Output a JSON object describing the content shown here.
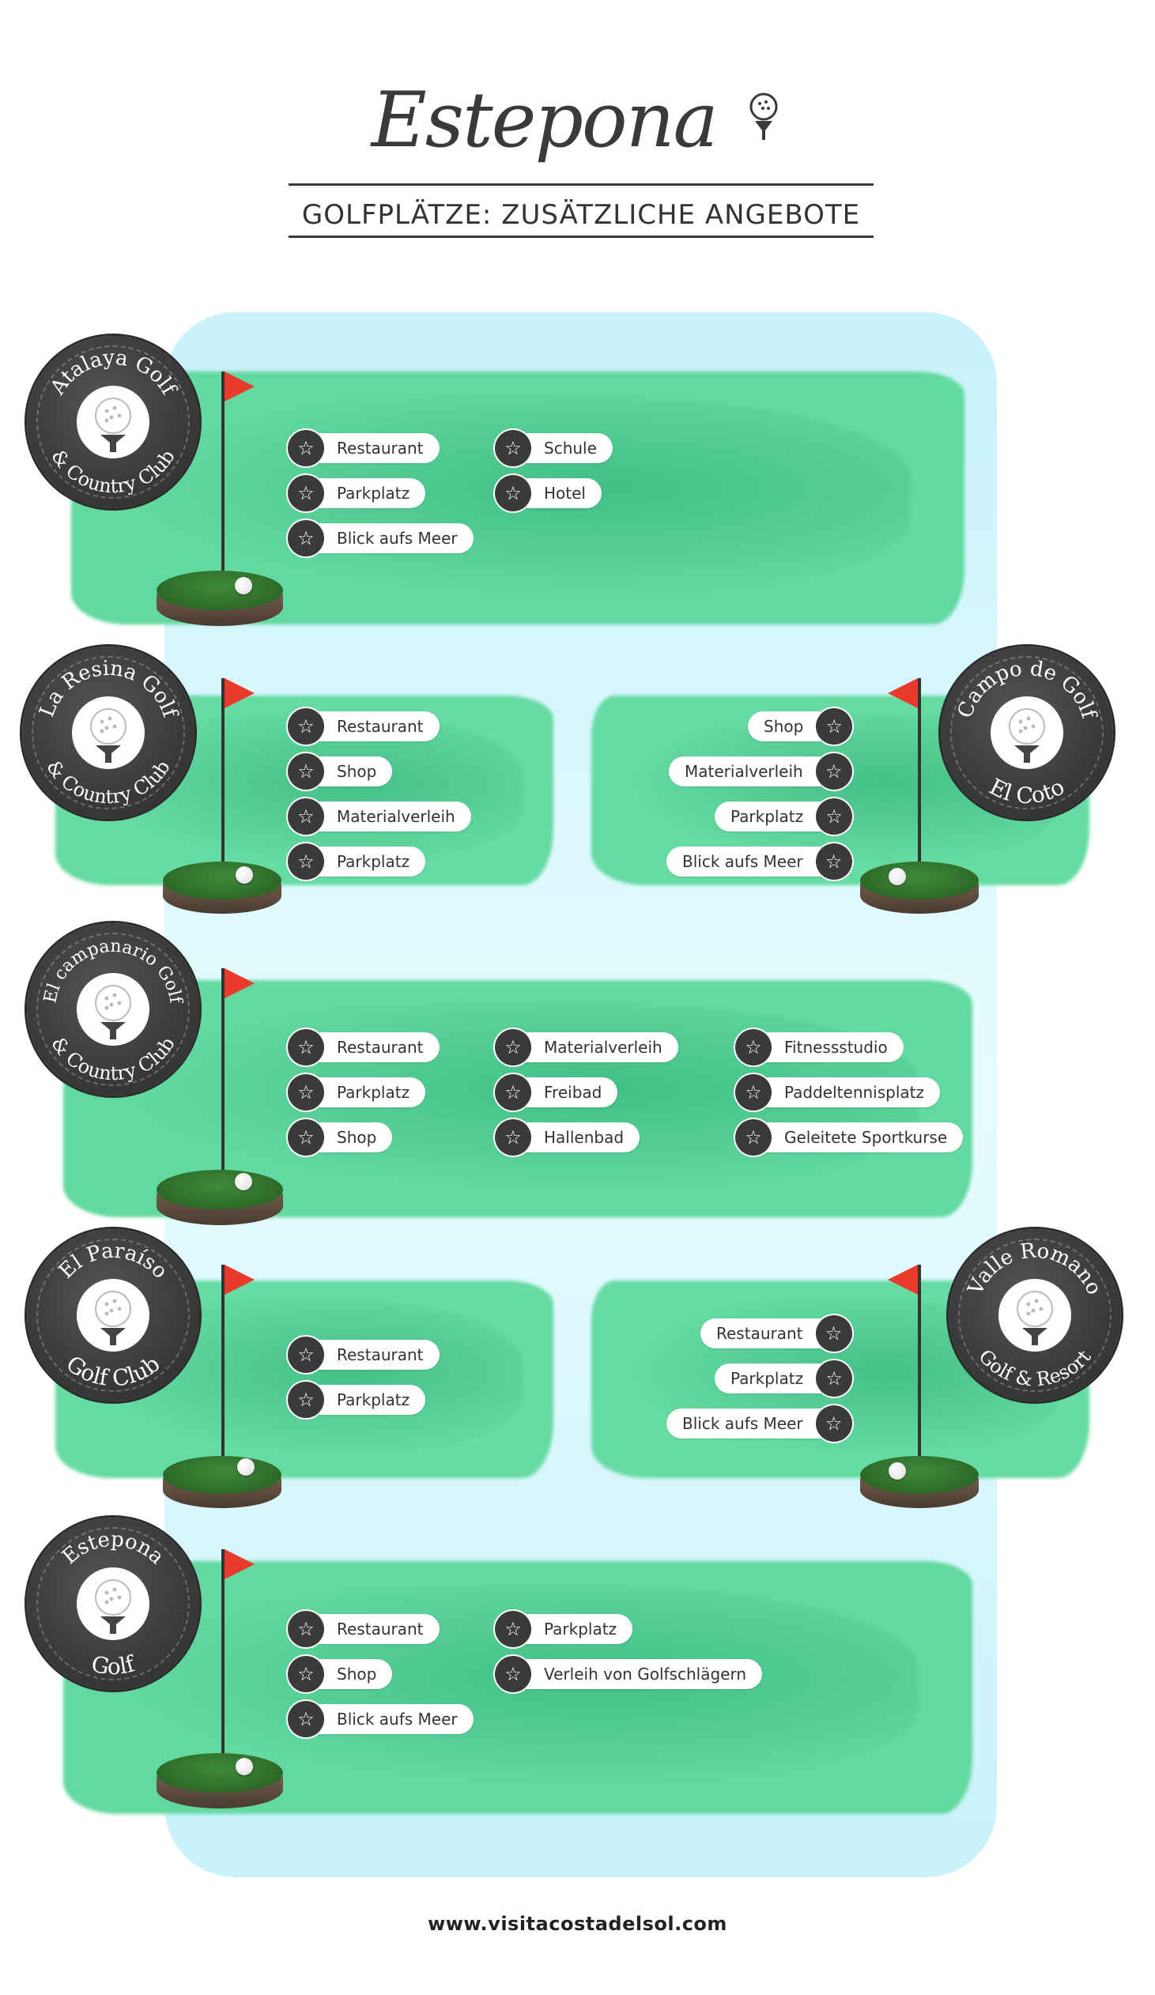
{
  "header": {
    "logo": "Estepona",
    "subtitle": "GOLFPLÄTZE: ZUSÄTZLICHE ANGEBOTE"
  },
  "courses": [
    {
      "id": "atalaya",
      "badge_top": "Atalaya Golf",
      "badge_bottom": "& Country Club",
      "items": [
        "Restaurant",
        "Parkplatz",
        "Blick aufs Meer",
        "Schule",
        "Hotel"
      ]
    },
    {
      "id": "la-resina",
      "badge_top": "La Resina Golf",
      "badge_bottom": "& Country Club",
      "items": [
        "Restaurant",
        "Shop",
        "Materialverleih",
        "Parkplatz"
      ]
    },
    {
      "id": "el-coto",
      "badge_top": "Campo de Golf",
      "badge_bottom": "El Coto",
      "items": [
        "Shop",
        "Materialverleih",
        "Parkplatz",
        "Blick aufs Meer"
      ]
    },
    {
      "id": "el-campanario",
      "badge_top": "El campanario Golf",
      "badge_bottom": "& Country Club",
      "items": [
        "Restaurant",
        "Parkplatz",
        "Shop",
        "Materialverleih",
        "Freibad",
        "Hallenbad",
        "Fitnessstudio",
        "Paddeltennisplatz",
        "Geleitete Sportkurse"
      ]
    },
    {
      "id": "el-paraiso",
      "badge_top": "El Paraíso",
      "badge_bottom": "Golf Club",
      "items": [
        "Restaurant",
        "Parkplatz"
      ]
    },
    {
      "id": "valle-romano",
      "badge_top": "Valle Romano",
      "badge_bottom": "Golf & Resort",
      "items": [
        "Restaurant",
        "Parkplatz",
        "Blick aufs Meer"
      ]
    },
    {
      "id": "estepona-golf",
      "badge_top": "Estepona",
      "badge_bottom": "Golf",
      "items": [
        "Restaurant",
        "Shop",
        "Blick aufs Meer",
        "Parkplatz",
        "Verleih von Golfschlägern"
      ]
    }
  ],
  "footer": {
    "url": "www.visitacostadelsol.com"
  },
  "colors": {
    "wash_green": "#3fcf8e",
    "panel_blue": "#d6f6fc",
    "flag_red": "#e93a2c",
    "badge_dark": "#3a3a3a"
  },
  "icons": {
    "feature": "star-icon",
    "badge": "golf-ball-on-tee-icon",
    "flag": "golf-flag-icon"
  }
}
